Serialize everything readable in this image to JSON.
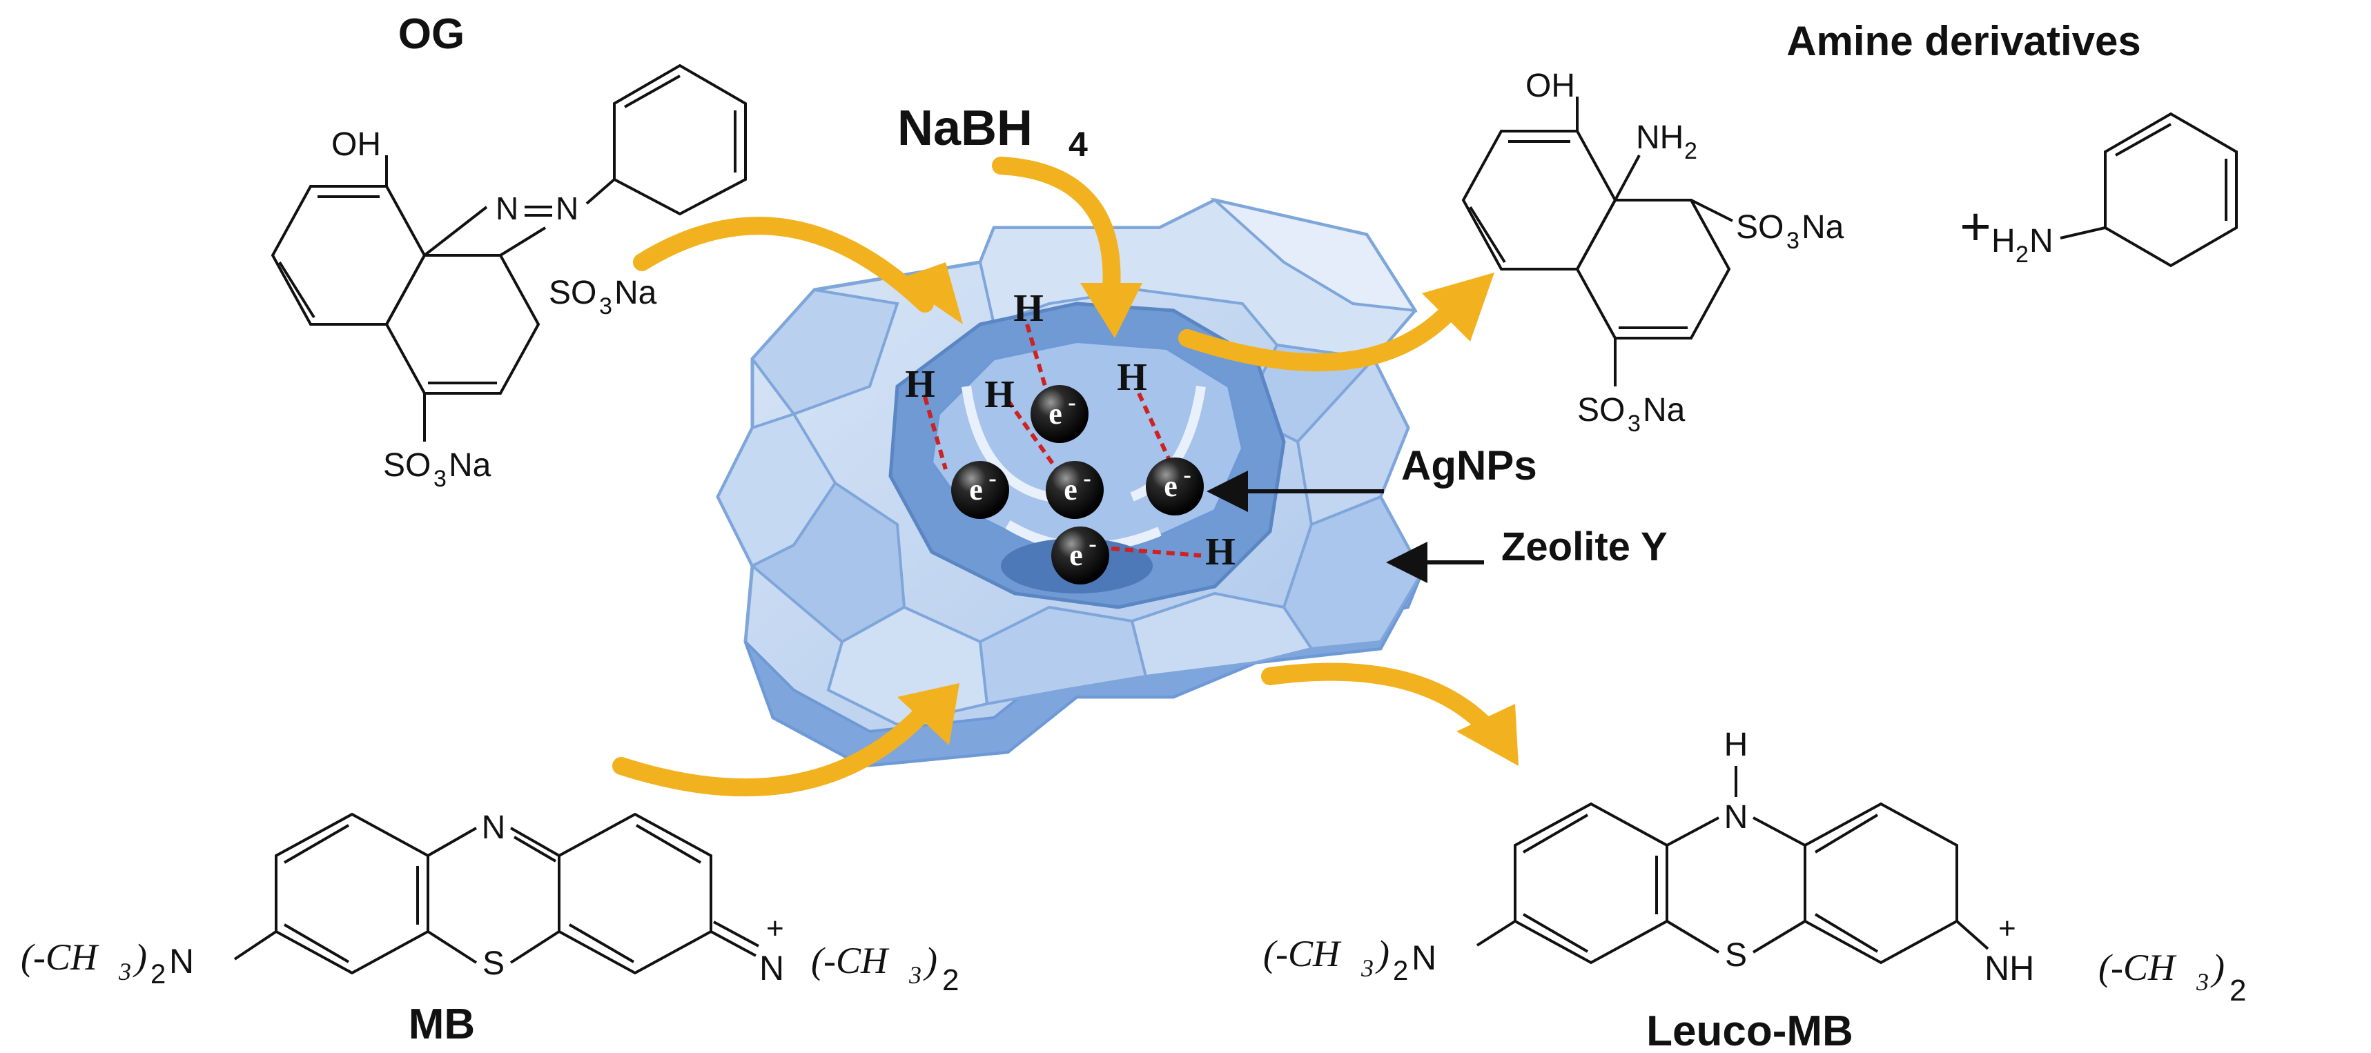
{
  "colors": {
    "arrow": "#f2b21f",
    "zeolite_face": "#c9dbf2",
    "zeolite_dark": "#6d99d6",
    "zeolite_edge": "#8fb2e0",
    "electron": "#111111",
    "hbond": "#cc2222"
  },
  "titles": {
    "og": "OG",
    "amine": "Amine derivatives",
    "mb": "MB",
    "leuco": "Leuco-MB",
    "nabh4_main": "NaBH",
    "nabh4_sub": "4",
    "plus": "+"
  },
  "labels": {
    "agnps": "AgNPs",
    "zeolite": "Zeolite Y",
    "electron": "e",
    "electron_charge": "-",
    "hydrogen": "H"
  },
  "og": {
    "oh": "OH",
    "azo_n1": "N",
    "azo_n2": "N",
    "so3na_1": "SO",
    "so3na_1_sub": "3",
    "so3na_1_tail": "Na",
    "so3na_2": "SO",
    "so3na_2_sub": "3",
    "so3na_2_tail": "Na"
  },
  "amine": {
    "oh": "OH",
    "nh2": "NH",
    "nh2_sub": "2",
    "so3na_1": "SO",
    "so3na_1_sub": "3",
    "so3na_1_tail": "Na",
    "so3na_2": "SO",
    "so3na_2_sub": "3",
    "so3na_2_tail": "Na",
    "h2n": "H",
    "h2n_sub": "2",
    "h2n_tail": "N"
  },
  "mb": {
    "ring_n": "N",
    "ring_s": "S",
    "left_group": "(-CH",
    "left_sub": "3",
    "left_close": ")",
    "left_sub2": "2",
    "left_n": "N",
    "right_n": "N",
    "right_charge": "+",
    "right_group": "(-CH",
    "right_sub": "3",
    "right_close": ")",
    "right_sub2": "2"
  },
  "leuco": {
    "top_h": "H",
    "ring_n": "N",
    "ring_s": "S",
    "left_group": "(-CH",
    "left_sub": "3",
    "left_close": ")",
    "left_sub2": "2",
    "left_n": "N",
    "right_nh": "NH",
    "right_charge": "+",
    "right_group": "(-CH",
    "right_sub": "3",
    "right_close": ")",
    "right_sub2": "2"
  }
}
